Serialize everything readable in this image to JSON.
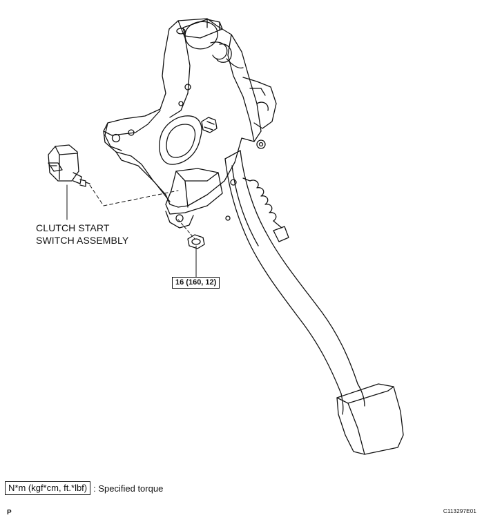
{
  "callouts": {
    "switch_label_line1": "CLUTCH START",
    "switch_label_line2": "SWITCH ASSEMBLY",
    "torque_value": "16 (160, 12)"
  },
  "legend": {
    "unit_box": "N*m (kgf*cm, ft.*lbf)",
    "description": ": Specified torque"
  },
  "footer": {
    "corner_left": "P",
    "figure_code": "C113297E01"
  }
}
